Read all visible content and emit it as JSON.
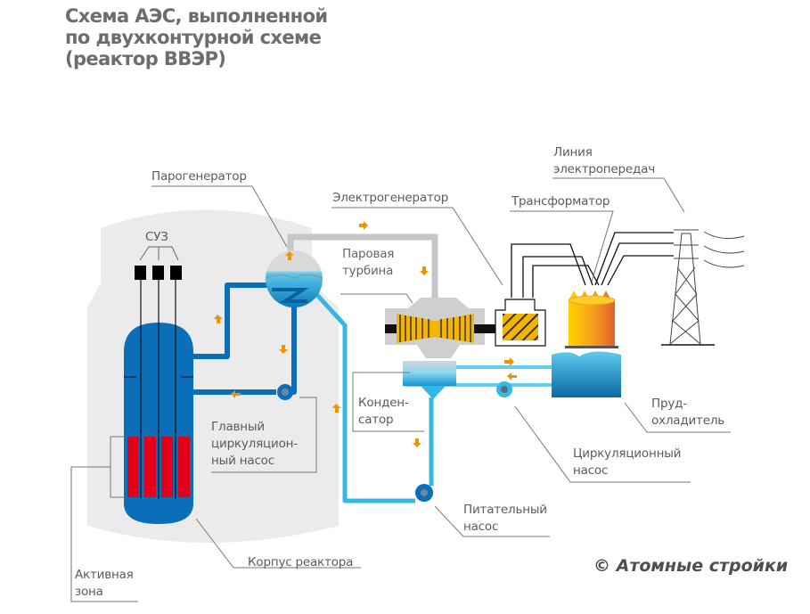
{
  "title": {
    "lines": [
      "Схема АЭС, выполненной",
      "по двухконтурной схеме",
      "(реактор ВВЭР)"
    ]
  },
  "labels": {
    "steam_generator": "Парогенератор",
    "electric_generator": "Электрогенератор",
    "transformer": "Трансформатор",
    "power_line": [
      "Линия",
      "электропередач"
    ],
    "control_rods": "СУЗ",
    "steam_turbine": [
      "Паровая",
      "турбина"
    ],
    "condenser": [
      "Конден-",
      "сатор"
    ],
    "main_circulation_pump": [
      "Главный",
      "циркуляцион-",
      "ный насос"
    ],
    "cooling_pond": [
      "Пруд-",
      "охладитель"
    ],
    "circulation_pump": [
      "Циркуляционный",
      "насос"
    ],
    "feed_pump": [
      "Питательный",
      "насос"
    ],
    "reactor_vessel": "Корпус реактора",
    "active_zone": [
      "Активная",
      "зона"
    ]
  },
  "copyright": "© Атомные стройки",
  "colors": {
    "primary_loop": "#0a6eb8",
    "secondary_loop": "#35b7e6",
    "steam_pipe": "#c4c4c4",
    "containment": "#ebebeb",
    "fuel": "#e2001a",
    "flow_arrow": "#f39200",
    "turbine_blades": "#f5b400",
    "label_text": "#5b5b5b",
    "title_text": "#6d6d6d"
  }
}
